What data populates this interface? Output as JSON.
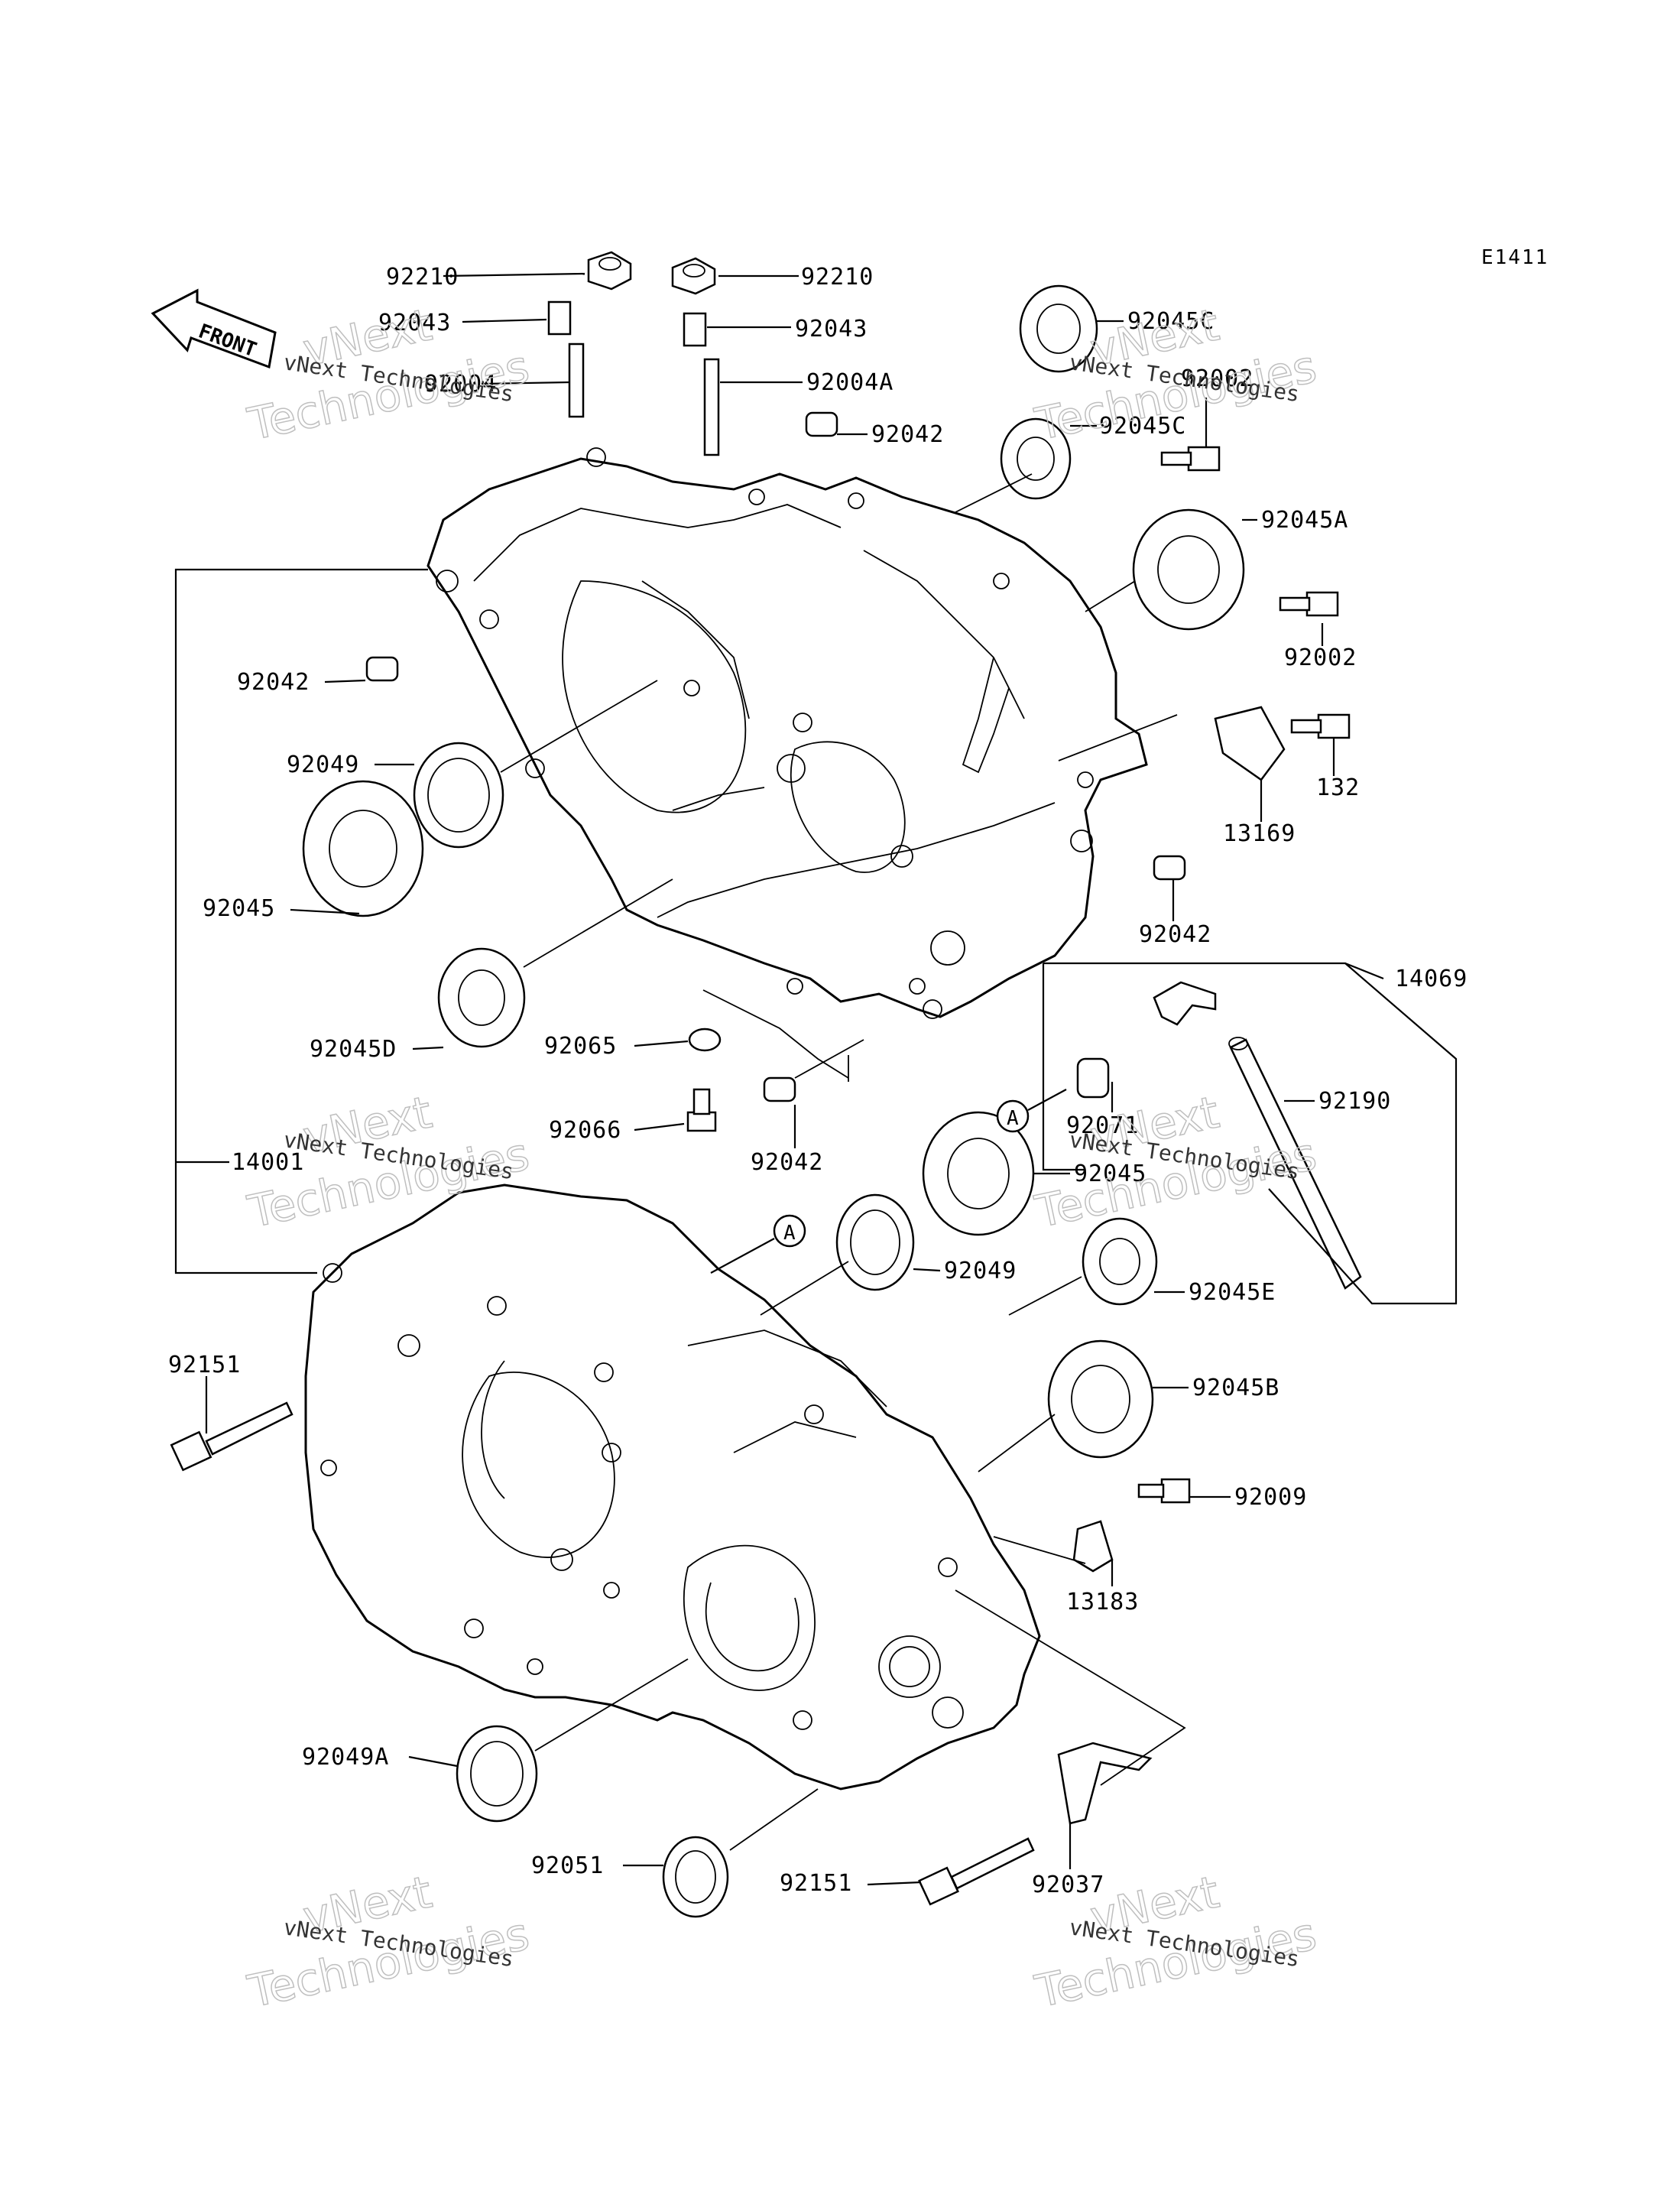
{
  "diagram_code": "E1411",
  "front_label": "FRONT",
  "ref_marker": "A",
  "watermark": {
    "line1": "vNext",
    "line2": "Technologies",
    "small": "vNext Technologies"
  },
  "parts": [
    {
      "id": "p01",
      "label": "92210"
    },
    {
      "id": "p02",
      "label": "92043"
    },
    {
      "id": "p03",
      "label": "92004"
    },
    {
      "id": "p04",
      "label": "92210"
    },
    {
      "id": "p05",
      "label": "92043"
    },
    {
      "id": "p06",
      "label": "92004A"
    },
    {
      "id": "p07",
      "label": "92042"
    },
    {
      "id": "p08",
      "label": "92045C"
    },
    {
      "id": "p09",
      "label": "92002"
    },
    {
      "id": "p10",
      "label": "92045C"
    },
    {
      "id": "p11",
      "label": "92045A"
    },
    {
      "id": "p12",
      "label": "92002"
    },
    {
      "id": "p13",
      "label": "132"
    },
    {
      "id": "p14",
      "label": "13169"
    },
    {
      "id": "p15",
      "label": "92042"
    },
    {
      "id": "p16",
      "label": "92049"
    },
    {
      "id": "p17",
      "label": "92045"
    },
    {
      "id": "p18",
      "label": "92042"
    },
    {
      "id": "p19",
      "label": "14069"
    },
    {
      "id": "p20",
      "label": "92045D"
    },
    {
      "id": "p21",
      "label": "92065"
    },
    {
      "id": "p22",
      "label": "92071"
    },
    {
      "id": "p23",
      "label": "92190"
    },
    {
      "id": "p24",
      "label": "92066"
    },
    {
      "id": "p25",
      "label": "14001"
    },
    {
      "id": "p26",
      "label": "92042"
    },
    {
      "id": "p27",
      "label": "92045"
    },
    {
      "id": "p28",
      "label": "92049"
    },
    {
      "id": "p29",
      "label": "92045E"
    },
    {
      "id": "p30",
      "label": "92151"
    },
    {
      "id": "p31",
      "label": "92045B"
    },
    {
      "id": "p32",
      "label": "92009"
    },
    {
      "id": "p33",
      "label": "13183"
    },
    {
      "id": "p34",
      "label": "92049A"
    },
    {
      "id": "p35",
      "label": "92051"
    },
    {
      "id": "p36",
      "label": "92151"
    },
    {
      "id": "p37",
      "label": "92037"
    }
  ]
}
